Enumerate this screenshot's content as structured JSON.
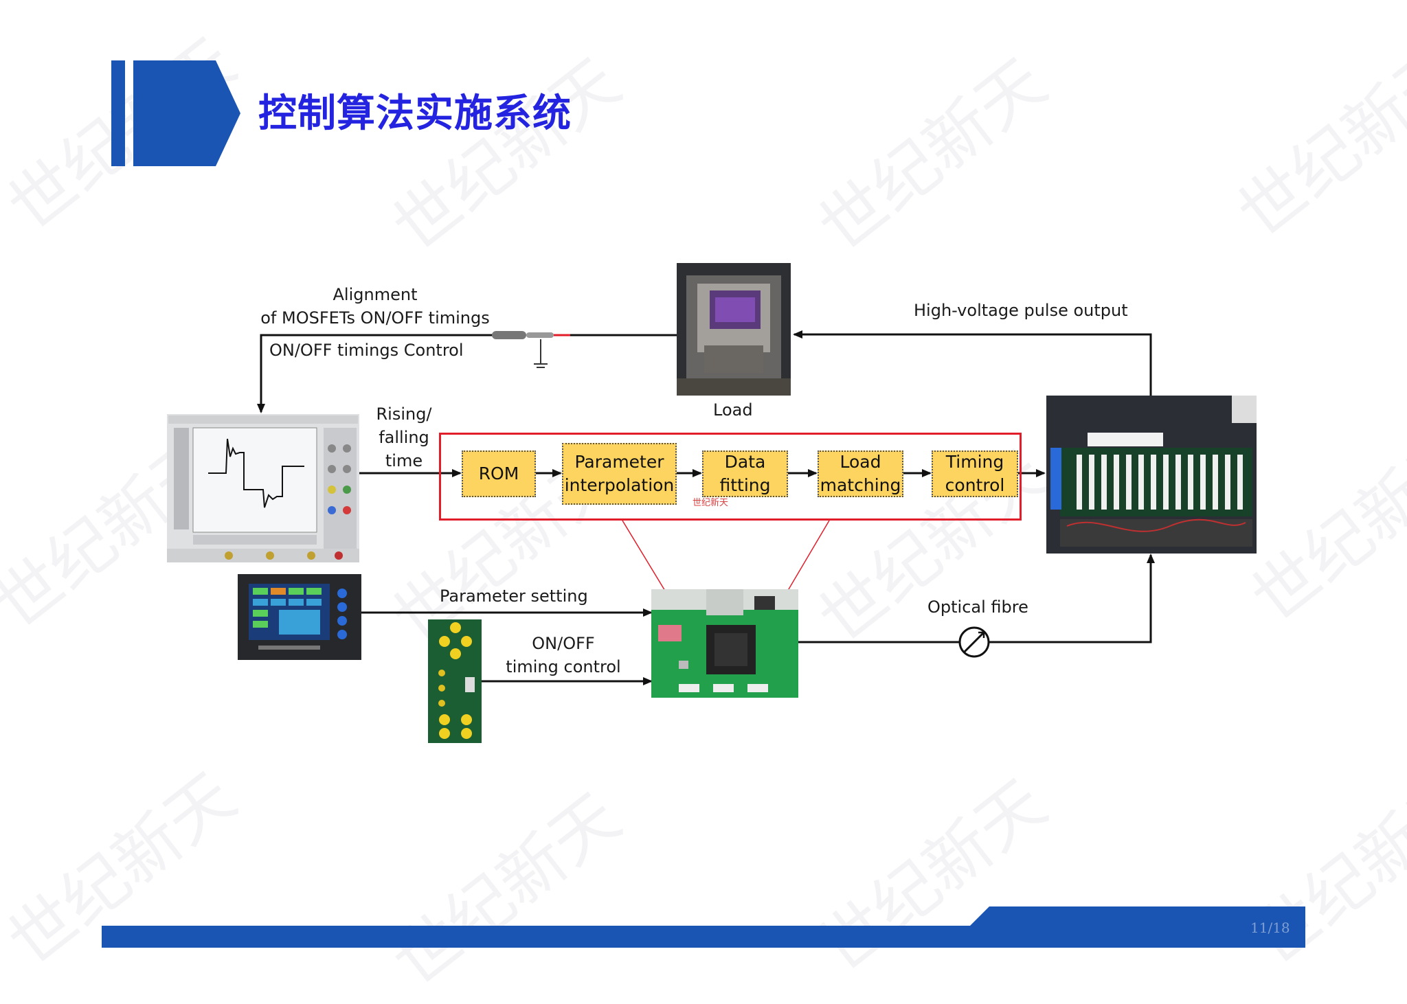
{
  "header": {
    "title": "控制算法实施系统"
  },
  "watermark": {
    "text": "世纪新天"
  },
  "diagram": {
    "labels": {
      "alignment_line1": "Alignment",
      "alignment_line2": "of MOSFETs ON/OFF timings",
      "onoff_control": "ON/OFF timings Control",
      "load": "Load",
      "hv_output": "High-voltage pulse output",
      "rising1": "Rising/",
      "rising2": "falling",
      "rising3": "time",
      "param_setting": "Parameter setting",
      "onoff_line1": "ON/OFF",
      "onoff_line2": "timing control",
      "optical_fibre": "Optical fibre",
      "tiny_mark": "世纪新天"
    },
    "blocks": [
      {
        "line1": "ROM",
        "line2": ""
      },
      {
        "line1": "Parameter",
        "line2": "interpolation"
      },
      {
        "line1": "Data",
        "line2": "fitting"
      },
      {
        "line1": "Load",
        "line2": "matching"
      },
      {
        "line1": "Timing",
        "line2": "control"
      }
    ]
  },
  "footer": {
    "page": "11/18"
  },
  "colors": {
    "brand_blue": "#1a55b3",
    "title_blue": "#2323e0",
    "block_yellow": "#fdd45f",
    "frame_red": "#e11d2a"
  }
}
